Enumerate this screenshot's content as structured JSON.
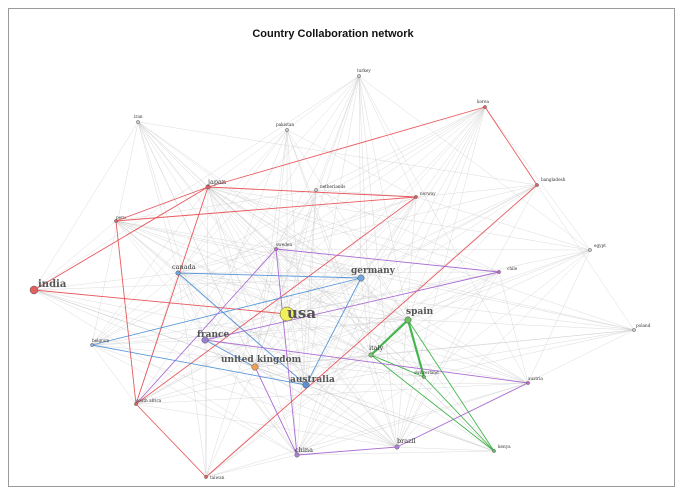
{
  "title": "Country Collaboration network",
  "colors": {
    "red": "#e8484d",
    "blue": "#4a8fd6",
    "green": "#2fae3a",
    "purple": "#a45fd0",
    "grey_edge": "#c9c9c9"
  },
  "nodes": [
    {
      "id": "usa",
      "label": "usa",
      "size": "xl",
      "color": "#f2f05a"
    },
    {
      "id": "india",
      "label": "india",
      "size": "l",
      "color": "#e06060"
    },
    {
      "id": "germany",
      "label": "germany",
      "size": "m",
      "color": "#6fa5e0"
    },
    {
      "id": "france",
      "label": "france",
      "size": "m",
      "color": "#9b7fd0"
    },
    {
      "id": "united-kingdom",
      "label": "united kingdom",
      "size": "m",
      "color": "#f0a050"
    },
    {
      "id": "australia",
      "label": "australia",
      "size": "m",
      "color": "#5f90d6"
    },
    {
      "id": "spain",
      "label": "spain",
      "size": "m",
      "color": "#6cc060"
    },
    {
      "id": "italy",
      "label": "italy",
      "size": "s",
      "color": "#7ac46a"
    },
    {
      "id": "canada",
      "label": "canada",
      "size": "s",
      "color": "#6fa5e0"
    },
    {
      "id": "japan",
      "label": "japan",
      "size": "s",
      "color": "#e06060"
    },
    {
      "id": "china",
      "label": "china",
      "size": "s",
      "color": "#b07fd8"
    },
    {
      "id": "brazil",
      "label": "brazil",
      "size": "s",
      "color": "#b07fd8"
    },
    {
      "id": "switzerland",
      "label": "switzerland",
      "size": "xs",
      "color": "#6cc060"
    },
    {
      "id": "belgium",
      "label": "belgium",
      "size": "xs",
      "color": "#9ab0d8"
    },
    {
      "id": "south-africa",
      "label": "south africa",
      "size": "xs",
      "color": "#e06060"
    },
    {
      "id": "peru",
      "label": "peru",
      "size": "xs",
      "color": "#e06060"
    },
    {
      "id": "netherlands",
      "label": "netherlands",
      "size": "xs",
      "color": "#cccccc"
    },
    {
      "id": "norway",
      "label": "norway",
      "size": "xs",
      "color": "#e06060"
    },
    {
      "id": "sweden",
      "label": "sweden",
      "size": "xs",
      "color": "#cc66cc"
    },
    {
      "id": "pakistan",
      "label": "pakistan",
      "size": "xs",
      "color": "#cccccc"
    },
    {
      "id": "chile",
      "label": "chile",
      "size": "xs",
      "color": "#cc66cc"
    },
    {
      "id": "egypt",
      "label": "egypt",
      "size": "xs",
      "color": "#cccccc"
    },
    {
      "id": "poland",
      "label": "poland",
      "size": "xs",
      "color": "#cccccc"
    },
    {
      "id": "austria",
      "label": "austria",
      "size": "xs",
      "color": "#cc66cc"
    },
    {
      "id": "taiwan",
      "label": "taiwan",
      "size": "xs",
      "color": "#e06060"
    },
    {
      "id": "kenya",
      "label": "kenya",
      "size": "xs",
      "color": "#66bb66"
    },
    {
      "id": "korea",
      "label": "korea",
      "size": "xs",
      "color": "#e06060"
    },
    {
      "id": "bangladesh",
      "label": "bangladesh",
      "size": "xs",
      "color": "#e06060"
    },
    {
      "id": "iran",
      "label": "iran",
      "size": "xs",
      "color": "#cccccc"
    },
    {
      "id": "turkey",
      "label": "turkey",
      "size": "xs",
      "color": "#cccccc"
    }
  ],
  "colored_edges": [
    [
      "india",
      "usa",
      "red"
    ],
    [
      "peru",
      "japan",
      "red"
    ],
    [
      "peru",
      "norway",
      "red"
    ],
    [
      "peru",
      "south-africa",
      "red"
    ],
    [
      "japan",
      "norway",
      "red"
    ],
    [
      "japan",
      "korea",
      "red"
    ],
    [
      "japan",
      "south-africa",
      "red"
    ],
    [
      "korea",
      "bangladesh",
      "red"
    ],
    [
      "bangladesh",
      "taiwan",
      "red"
    ],
    [
      "south-africa",
      "taiwan",
      "red"
    ],
    [
      "norway",
      "south-africa",
      "red"
    ],
    [
      "japan",
      "india",
      "red"
    ],
    [
      "canada",
      "germany",
      "blue"
    ],
    [
      "canada",
      "australia",
      "blue"
    ],
    [
      "germany",
      "australia",
      "blue"
    ],
    [
      "belgium",
      "germany",
      "blue"
    ],
    [
      "belgium",
      "australia",
      "blue"
    ],
    [
      "france",
      "united-kingdom",
      "blue"
    ],
    [
      "spain",
      "italy",
      "green"
    ],
    [
      "spain",
      "switzerland",
      "green"
    ],
    [
      "italy",
      "switzerland",
      "green"
    ],
    [
      "spain",
      "kenya",
      "green"
    ],
    [
      "italy",
      "kenya",
      "green"
    ],
    [
      "switzerland",
      "kenya",
      "green"
    ],
    [
      "sweden",
      "chile",
      "purple"
    ],
    [
      "sweden",
      "china",
      "purple"
    ],
    [
      "france",
      "chile",
      "purple"
    ],
    [
      "france",
      "austria",
      "purple"
    ],
    [
      "china",
      "brazil",
      "purple"
    ],
    [
      "brazil",
      "austria",
      "purple"
    ],
    [
      "united-kingdom",
      "china",
      "purple"
    ],
    [
      "sweden",
      "south-africa",
      "purple"
    ]
  ]
}
